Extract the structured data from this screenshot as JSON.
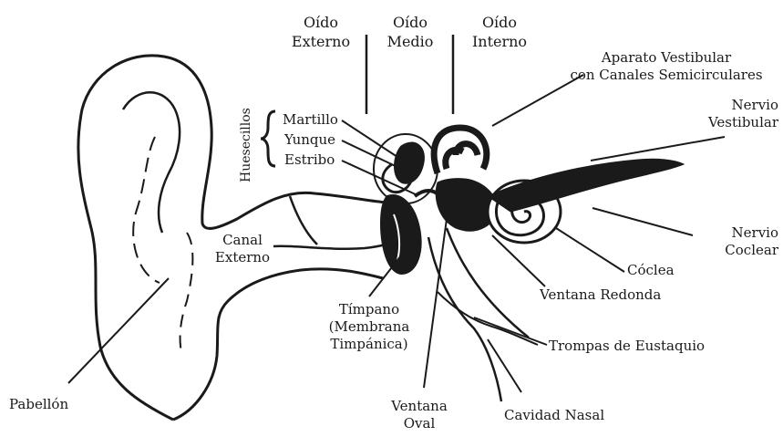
{
  "sections": {
    "outer": [
      "Oído",
      "Externo"
    ],
    "middle": [
      "Oído",
      "Medio"
    ],
    "inner": [
      "Oído",
      "Interno"
    ]
  },
  "labels": {
    "vestibular_apparatus": [
      "Aparato Vestibular",
      "con Canales Semicirculares"
    ],
    "vestibular_nerve": [
      "Nervio",
      "Vestibular"
    ],
    "cochlear_nerve": [
      "Nervio",
      "Coclear"
    ],
    "cochlea": "Cóclea",
    "round_window": "Ventana Redonda",
    "eustachian_tubes": "Trompas de Eustaquio",
    "nasal_cavity": "Cavidad Nasal",
    "oval_window": [
      "Ventana",
      "Oval"
    ],
    "tympanum": [
      "Tímpano",
      "(Membrana",
      "Timpánica)"
    ],
    "pinna": "Pabellón",
    "external_canal": [
      "Canal",
      "Externo"
    ],
    "ossicles": "Huesecillos",
    "malleus": "Martillo",
    "incus": "Yunque",
    "stapes": "Estribo"
  }
}
